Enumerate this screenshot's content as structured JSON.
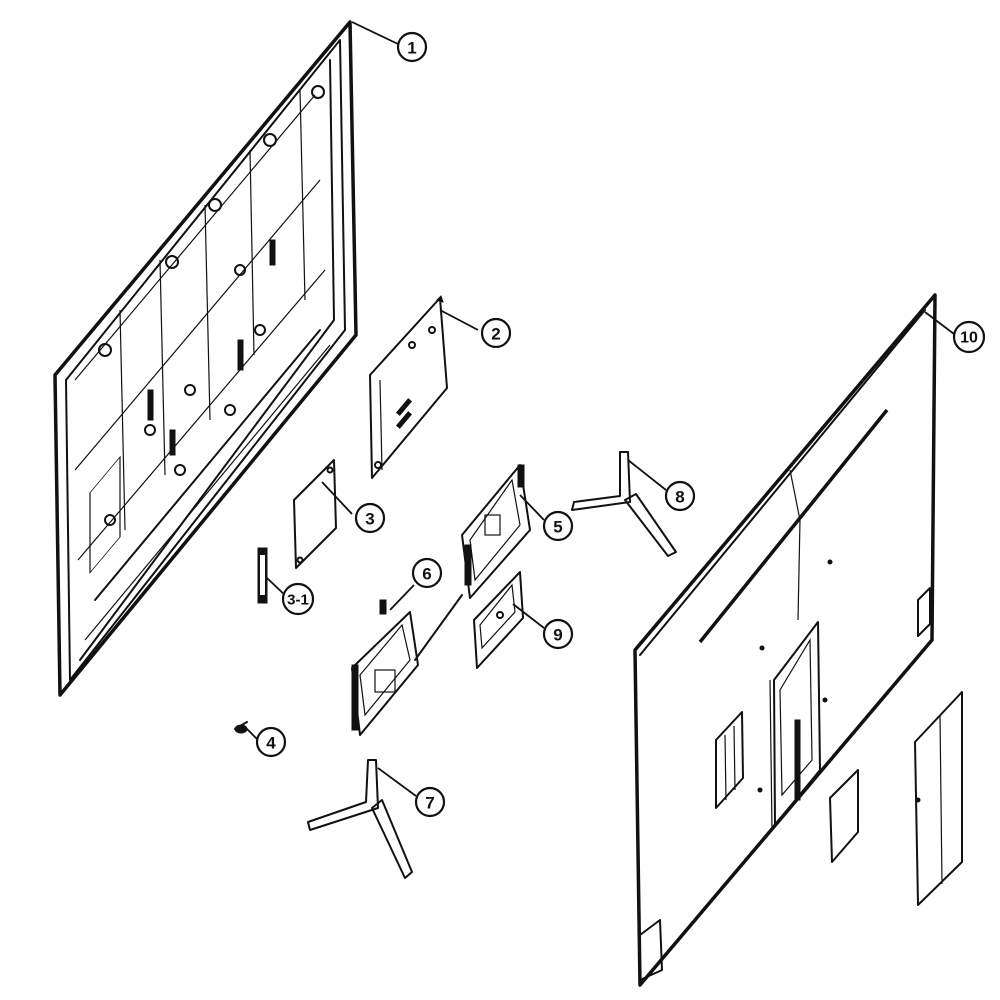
{
  "callouts": [
    {
      "id": "1",
      "label": "1"
    },
    {
      "id": "2",
      "label": "2"
    },
    {
      "id": "3",
      "label": "3"
    },
    {
      "id": "3-1",
      "label": "3-1"
    },
    {
      "id": "4",
      "label": "4"
    },
    {
      "id": "5",
      "label": "5"
    },
    {
      "id": "6",
      "label": "6"
    },
    {
      "id": "7",
      "label": "7"
    },
    {
      "id": "8",
      "label": "8"
    },
    {
      "id": "9",
      "label": "9"
    },
    {
      "id": "10",
      "label": "10"
    }
  ]
}
